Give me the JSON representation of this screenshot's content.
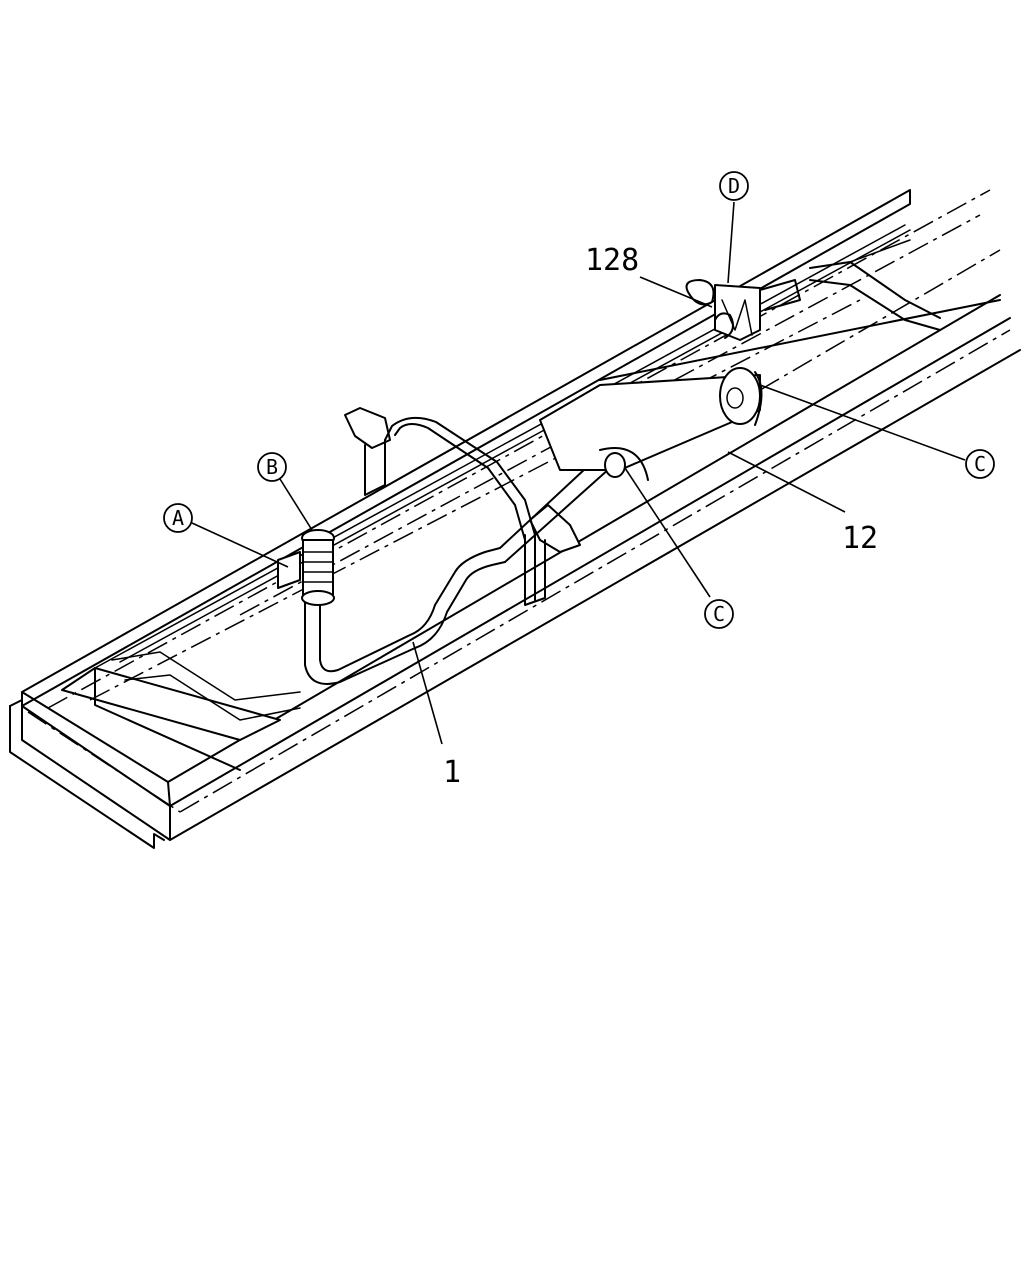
{
  "callouts": {
    "A": "A",
    "B": "B",
    "C1": "C",
    "C2": "C",
    "D": "D"
  },
  "part_numbers": {
    "p1": "1",
    "p12": "12",
    "p128": "128"
  }
}
